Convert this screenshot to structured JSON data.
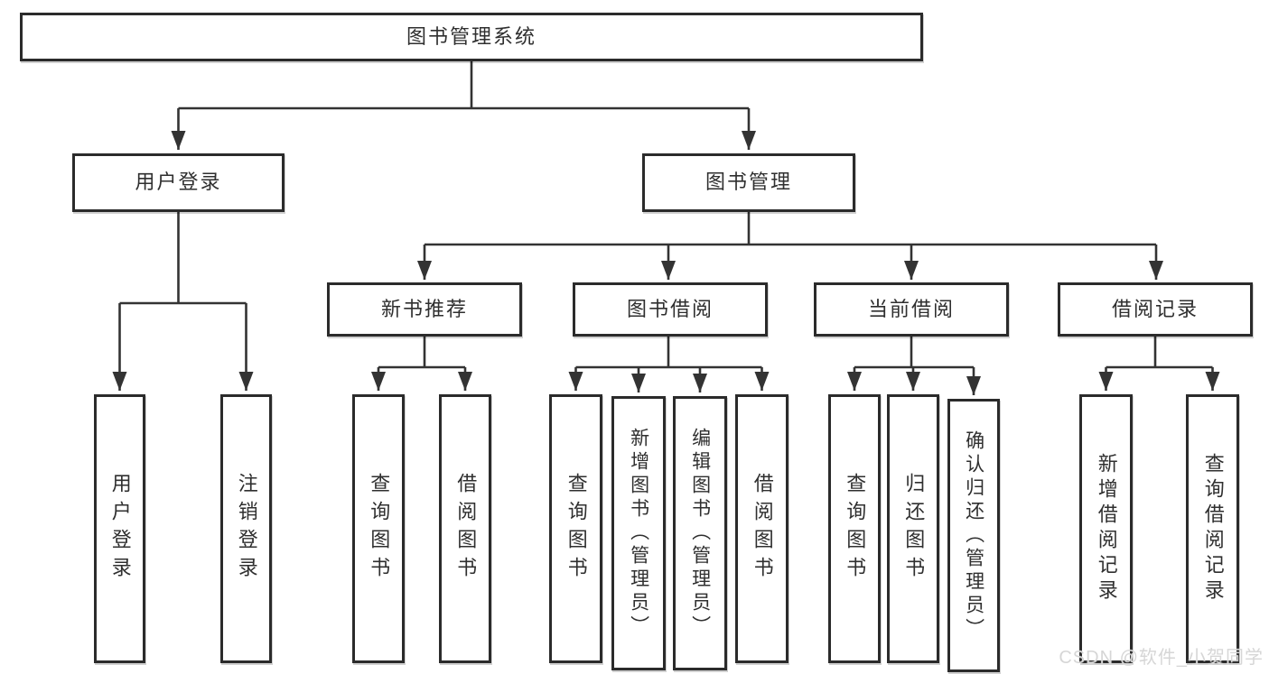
{
  "diagram": {
    "type": "functional-structure-tree",
    "nodes": {
      "root": "图书管理系统",
      "user_login": "用户登录",
      "book_mgmt": "图书管理",
      "user_login_leaf": "用户登录",
      "logout_leaf": "注销登录",
      "new_book_rec": "新书推荐",
      "book_borrow": "图书借阅",
      "current_borrow": "当前借阅",
      "borrow_records": "借阅记录",
      "nbr_query_books": "查询图书",
      "nbr_borrow_books": "借阅图书",
      "bb_query_books": "查询图书",
      "bb_add_books": "新增图书（管理员）",
      "bb_edit_books": "编辑图书（管理员）",
      "bb_borrow_books": "借阅图书",
      "cb_query_books": "查询图书",
      "cb_return_books": "归还图书",
      "cb_confirm_return": "确认归还（管理员）",
      "br_add_record": "新增借阅记录",
      "br_query_record": "查询借阅记录"
    },
    "hierarchy": {
      "图书管理系统": {
        "用户登录": [
          "用户登录",
          "注销登录"
        ],
        "图书管理": {
          "新书推荐": [
            "查询图书",
            "借阅图书"
          ],
          "图书借阅": [
            "查询图书",
            "新增图书（管理员）",
            "编辑图书（管理员）",
            "借阅图书"
          ],
          "当前借阅": [
            "查询图书",
            "归还图书",
            "确认归还（管理员）"
          ],
          "借阅记录": [
            "新增借阅记录",
            "查询借阅记录"
          ]
        }
      }
    },
    "colors": {
      "line": "#333333",
      "box_border": "#2b2b2b",
      "text": "#2f2f2f",
      "background": "#ffffff"
    }
  },
  "watermark": {
    "text": "CSDN @软件_小贺同学"
  }
}
